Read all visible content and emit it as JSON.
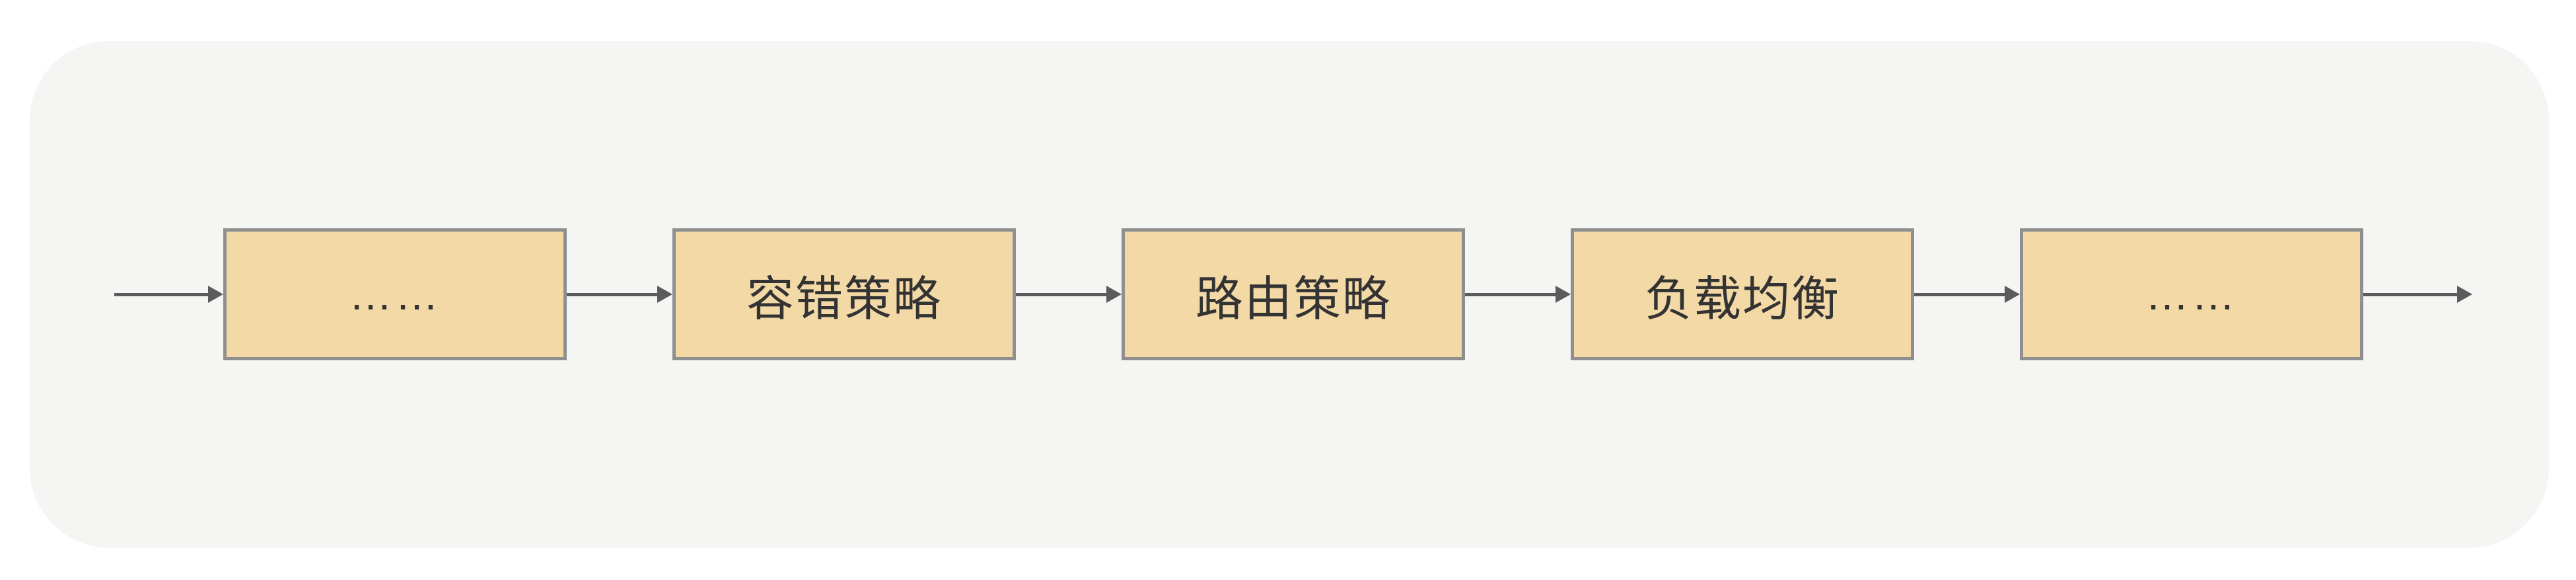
{
  "diagram": {
    "description": "horizontal-pipeline-flow",
    "nodes": [
      {
        "id": "node-1",
        "label": "……",
        "type": "ellipsis"
      },
      {
        "id": "node-2",
        "label": "容错策略",
        "type": "step"
      },
      {
        "id": "node-3",
        "label": "路由策略",
        "type": "step"
      },
      {
        "id": "node-4",
        "label": "负载均衡",
        "type": "step"
      },
      {
        "id": "node-5",
        "label": "……",
        "type": "ellipsis"
      }
    ],
    "connectors": {
      "style": "solid-line-with-triangle-head",
      "direction": "left-to-right",
      "count": 6
    },
    "colors": {
      "page_background": "#FFFFFF",
      "panel_background": "#F5F5F3",
      "node_fill": "#F3D9A6",
      "node_border": "#8F8F8F",
      "arrow": "#5B5B5B",
      "text": "#333333"
    }
  }
}
